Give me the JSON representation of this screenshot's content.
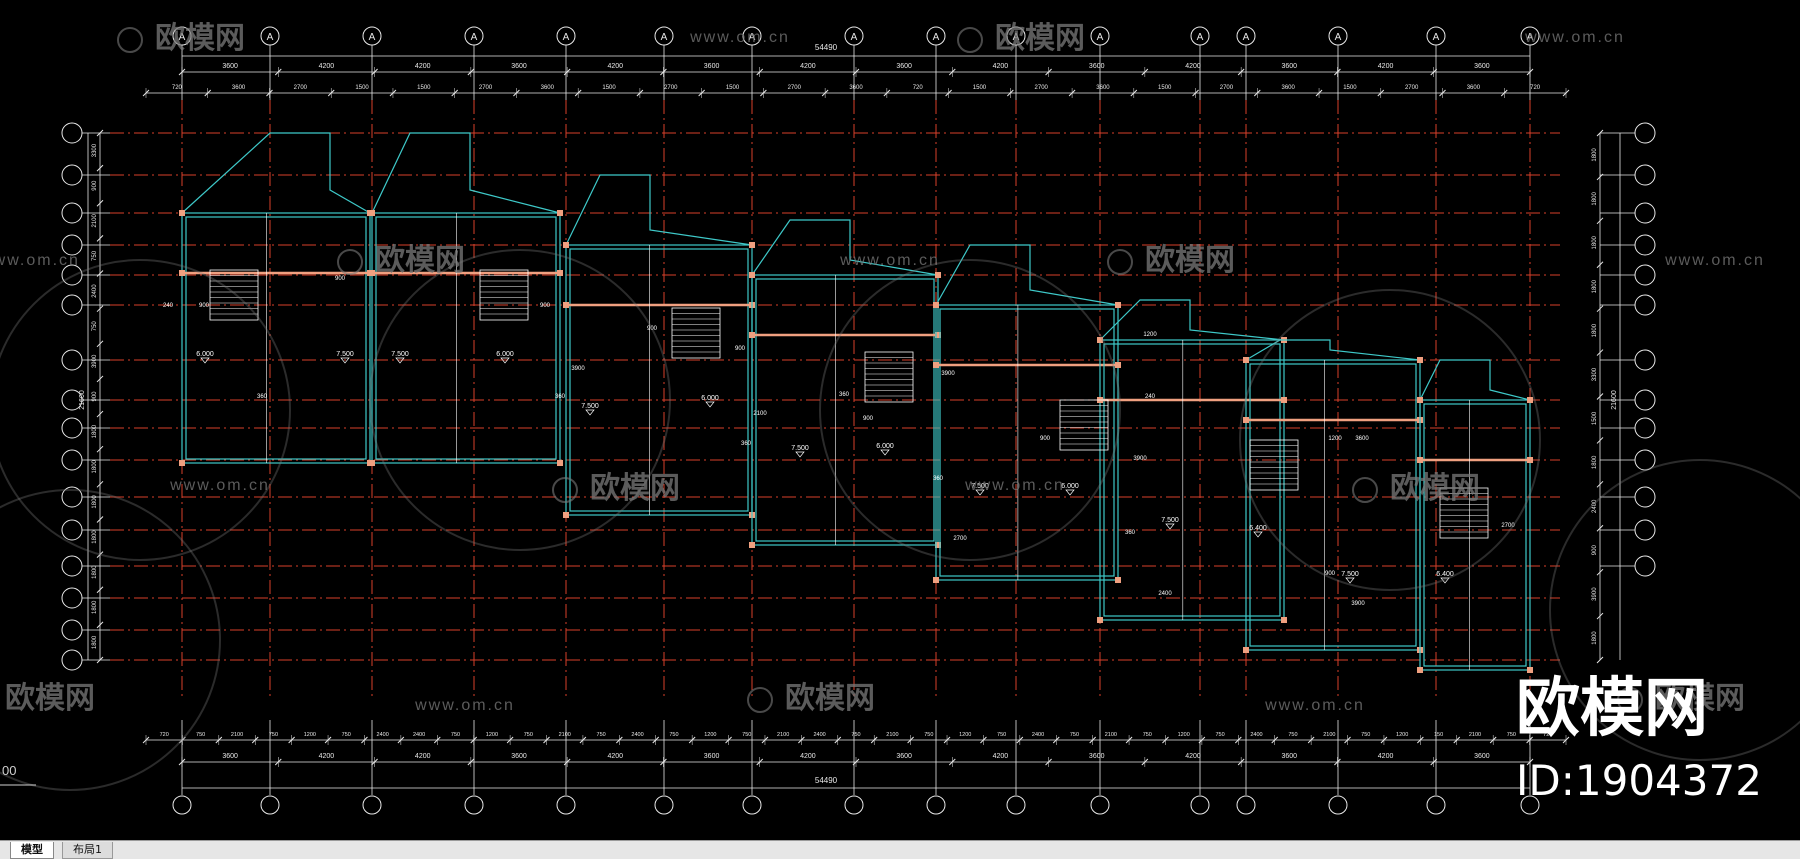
{
  "watermark": {
    "brand": "欧模网",
    "site": "www.om.cn",
    "site_partial": "om.cn",
    "id_label": "ID:1904372"
  },
  "drawing": {
    "overall_dimension": "54490",
    "left_side_total": "21600",
    "right_side_total": "21600",
    "scale_fragment": "00",
    "axis_label": "A",
    "top_bays": [
      "3600",
      "4200",
      "4200",
      "3600",
      "4200",
      "3600",
      "4200",
      "3600",
      "4200",
      "3600",
      "4200",
      "3600",
      "4200",
      "3600"
    ],
    "top_sub": [
      "720",
      "3600",
      "2700",
      "1500",
      "1500",
      "2700",
      "3600",
      "1500",
      "2700",
      "1500",
      "2700",
      "3600",
      "720",
      "1500",
      "2700",
      "3600",
      "1500",
      "2700",
      "3600",
      "1500",
      "2700",
      "3600",
      "720"
    ],
    "bottom_bays": [
      "3600",
      "4200",
      "4200",
      "3600",
      "4200",
      "3600",
      "4200",
      "3600",
      "4200",
      "3600",
      "4200",
      "3600",
      "4200",
      "3600"
    ],
    "bottom_sub": [
      "720",
      "750",
      "2100",
      "750",
      "1200",
      "750",
      "2400",
      "2400",
      "750",
      "1200",
      "750",
      "2100",
      "750",
      "2400",
      "750",
      "1200",
      "750",
      "2100",
      "2400",
      "750",
      "2100",
      "750",
      "1200",
      "750",
      "2400",
      "750",
      "2100",
      "750",
      "1200",
      "750",
      "2400",
      "750",
      "2100",
      "750",
      "1200",
      "150",
      "2100",
      "750",
      "720"
    ],
    "left_dims": [
      "3300",
      "900",
      "2100",
      "750",
      "2400",
      "750",
      "3900",
      "900",
      "1800",
      "1800",
      "1800",
      "1800",
      "1800",
      "1800",
      "1800"
    ],
    "right_dims": [
      "1800",
      "1800",
      "1800",
      "1800",
      "1800",
      "3300",
      "1500",
      "1800",
      "2400",
      "900",
      "3900",
      "1800"
    ],
    "elevations": [
      "6.000",
      "7.500",
      "7.500",
      "6.000",
      "7.500",
      "6.000",
      "7.500",
      "6.000",
      "7.500",
      "6.000",
      "7.500",
      "6.400",
      "7.500",
      "6.400"
    ],
    "small_dims": [
      "240",
      "900",
      "900",
      "900",
      "360",
      "360",
      "900",
      "360",
      "900",
      "360",
      "900",
      "360",
      "900",
      "360",
      "240",
      "900",
      "2700",
      "3900",
      "2100",
      "3900",
      "2700",
      "3900",
      "1200",
      "2400",
      "1200",
      "3600",
      "3900"
    ]
  },
  "tabs": [
    {
      "label": "模型"
    },
    {
      "label": "布局1"
    }
  ],
  "colors": {
    "background": "#000000",
    "grid_axis": "#d8402a",
    "wall": "#3ec9c9",
    "dimension": "#e8e8e8",
    "column": "#f0a080",
    "watermark": "#7a7a7a"
  }
}
